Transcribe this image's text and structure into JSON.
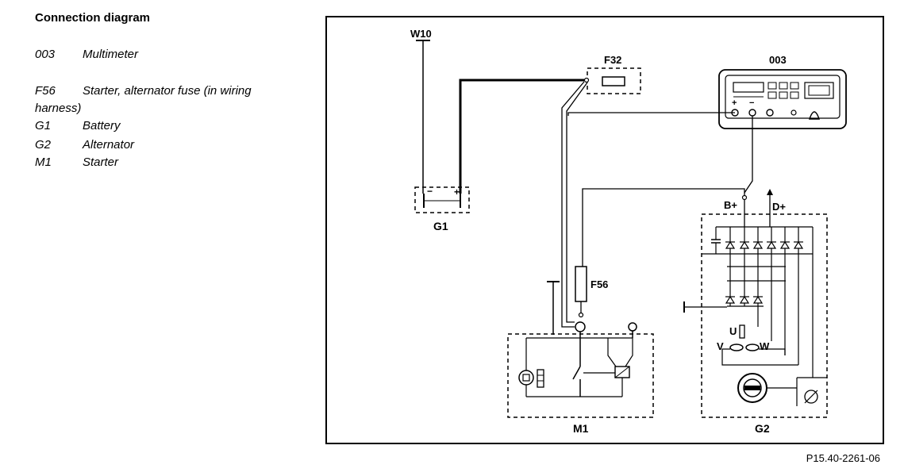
{
  "legend": {
    "title": "Connection diagram",
    "items": [
      {
        "code": "003",
        "desc": "Multimeter"
      },
      {
        "code": "F56",
        "desc": "Starter, alternator fuse (in wiring",
        "cont": "harness)"
      },
      {
        "code": "G1",
        "desc": "Battery"
      },
      {
        "code": "G2",
        "desc": "Alternator"
      },
      {
        "code": "M1",
        "desc": "Starter"
      }
    ]
  },
  "labels": {
    "w10": "W10",
    "f32": "F32",
    "meter": "003",
    "g1": "G1",
    "f56": "F56",
    "m1": "M1",
    "g2": "G2",
    "bplus": "B+",
    "dplus": "D+",
    "u": "U",
    "v": "V",
    "w": "W",
    "plus": "+",
    "minus": "−"
  },
  "reference": "P15.40-2261-06"
}
